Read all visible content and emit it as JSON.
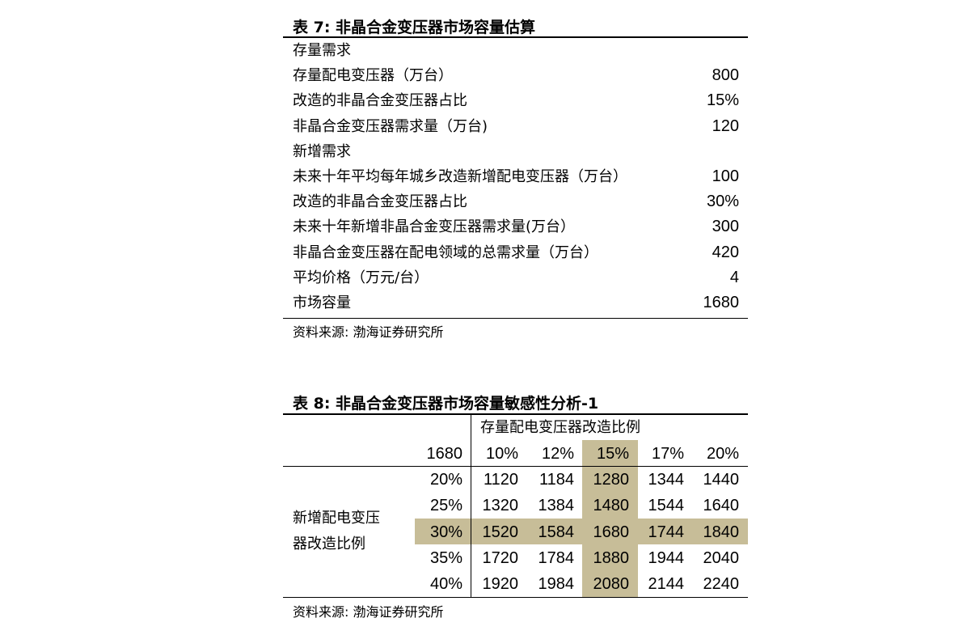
{
  "table7": {
    "title": "表 7:  非晶合金变压器市场容量估算",
    "rows": [
      {
        "label": "存量需求",
        "value": ""
      },
      {
        "label": "存量配电变压器（万台）",
        "value": "800"
      },
      {
        "label": "改造的非晶合金变压器占比",
        "value": "15%"
      },
      {
        "label": "非晶合金变压器需求量（万台)",
        "value": "120"
      },
      {
        "label": "新增需求",
        "value": ""
      },
      {
        "label": "未来十年平均每年城乡改造新增配电变压器（万台）",
        "value": "100"
      },
      {
        "label": "改造的非晶合金变压器占比",
        "value": "30%"
      },
      {
        "label": "未来十年新增非晶合金变压器需求量(万台）",
        "value": "300"
      },
      {
        "label": "非晶合金变压器在配电领域的总需求量（万台）",
        "value": "420"
      },
      {
        "label": "平均价格（万元/台）",
        "value": "4"
      },
      {
        "label": "市场容量",
        "value": "1680"
      }
    ],
    "source": "资料来源:  渤海证券研究所"
  },
  "table8": {
    "title": "表 8:  非晶合金变压器市场容量敏感性分析-1",
    "col_group_label": "存量配电变压器改造比例",
    "corner_value": "1680",
    "col_headers": [
      "10%",
      "12%",
      "15%",
      "17%",
      "20%"
    ],
    "row_group_label_line1": "新增配电变压",
    "row_group_label_line2": "器改造比例",
    "rows": [
      {
        "header": "20%",
        "values": [
          "1120",
          "1184",
          "1280",
          "1344",
          "1440"
        ]
      },
      {
        "header": "25%",
        "values": [
          "1320",
          "1384",
          "1480",
          "1544",
          "1640"
        ]
      },
      {
        "header": "30%",
        "values": [
          "1520",
          "1584",
          "1680",
          "1744",
          "1840"
        ]
      },
      {
        "header": "35%",
        "values": [
          "1720",
          "1784",
          "1880",
          "1944",
          "2040"
        ]
      },
      {
        "header": "40%",
        "values": [
          "1920",
          "1984",
          "2080",
          "2144",
          "2240"
        ]
      }
    ],
    "highlight_color": "#c7bd98",
    "source": "资料来源:  渤海证券研究所"
  }
}
